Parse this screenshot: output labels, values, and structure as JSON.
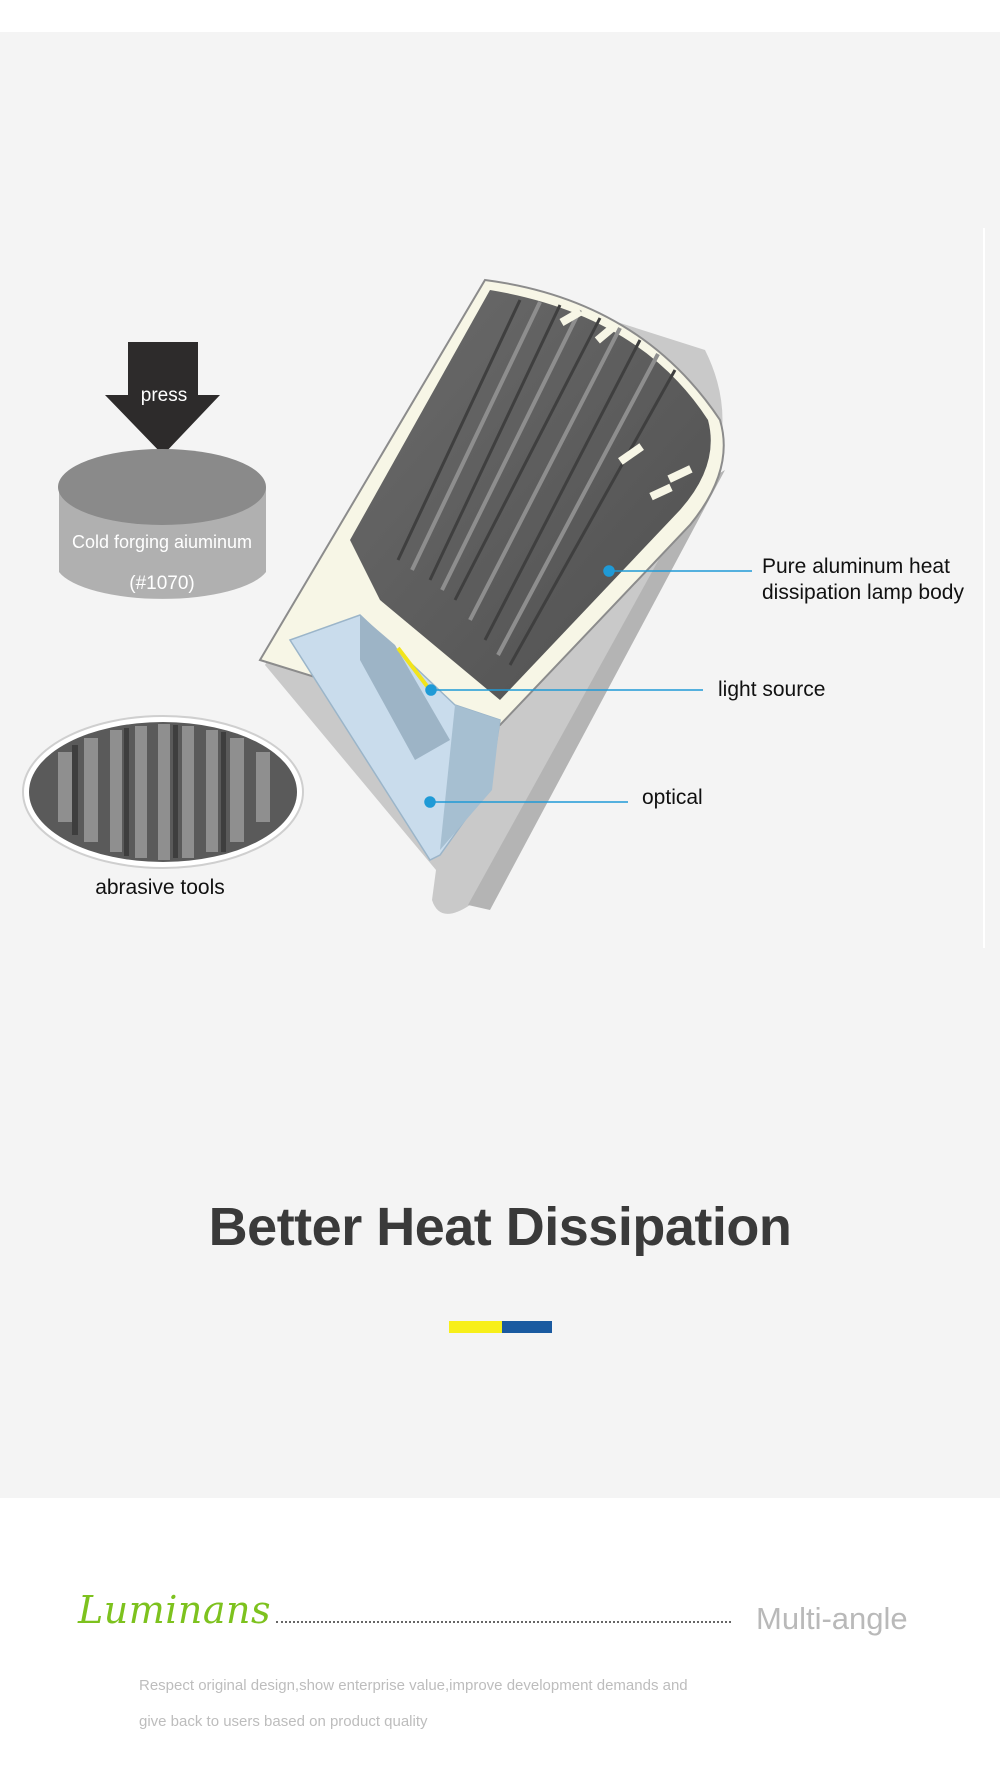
{
  "diagram": {
    "press_label": "press",
    "cylinder_label": "Cold forging aiuminum",
    "cylinder_code": "(#1070)",
    "tools_label": "abrasive tools",
    "callouts": {
      "lamp_body_line1": "Pure aluminum heat",
      "lamp_body_line2": "dissipation lamp body",
      "light_source": "light source",
      "optical": "optical"
    }
  },
  "section": {
    "title": "Better Heat Dissipation",
    "accent_colors": [
      "#f7ef1a",
      "#1a5aa0"
    ]
  },
  "footer": {
    "logo_text": "Luminans",
    "tagline": "Multi-angle",
    "description_line1": "Respect original design,show enterprise value,improve development demands and",
    "description_line2": "give back to users based on product quality"
  },
  "colors": {
    "panel_bg": "#f4f4f4",
    "callout_line": "#1f9ad6",
    "logo_green": "#7dc21e"
  }
}
